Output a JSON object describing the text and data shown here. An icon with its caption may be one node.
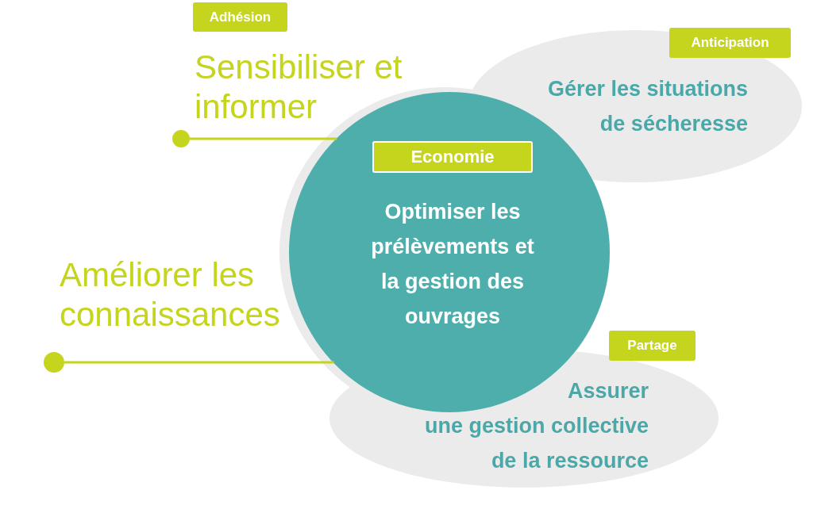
{
  "diagram": {
    "nodes": [
      {
        "text": [
          "Adhésion"
        ]
      },
      {
        "text": [
          "Sensibiliser et informer"
        ]
      },
      {
        "text": [],
        "shape": "circle"
      },
      {
        "text": [
          "Gérer les situations de sécheresse"
        ]
      },
      {
        "text": [
          "Anticipation"
        ]
      },
      {
        "text": [
          "Optimiser les prélèvements et la gestion des ouvrages"
        ]
      },
      {
        "text": [
          "Economie"
        ],
        "in": 5
      },
      {
        "text": [
          "Améliorer les connaissances"
        ]
      },
      {
        "text": [],
        "shape": "circle"
      },
      {
        "text": [
          "Assurer une gestion collective de la ressource"
        ]
      },
      {
        "text": [
          "Partage"
        ]
      }
    ],
    "edges": [
      {
        "from": 2,
        "to": 5,
        "arrow": "none"
      },
      {
        "from": 8,
        "to": 5,
        "arrow": "none"
      }
    ]
  }
}
